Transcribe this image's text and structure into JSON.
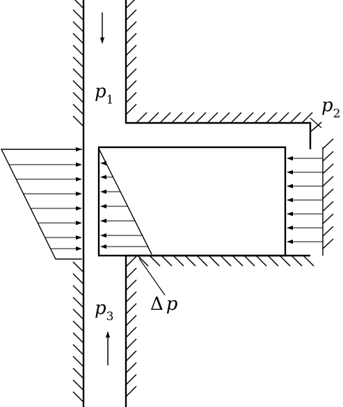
{
  "labels": {
    "p1": {
      "base": "p",
      "sub": "1"
    },
    "p2": {
      "base": "p",
      "sub": "2"
    },
    "p3": {
      "base": "p",
      "sub": "3"
    },
    "dp": {
      "delta": "Δ",
      "base": "p"
    }
  }
}
